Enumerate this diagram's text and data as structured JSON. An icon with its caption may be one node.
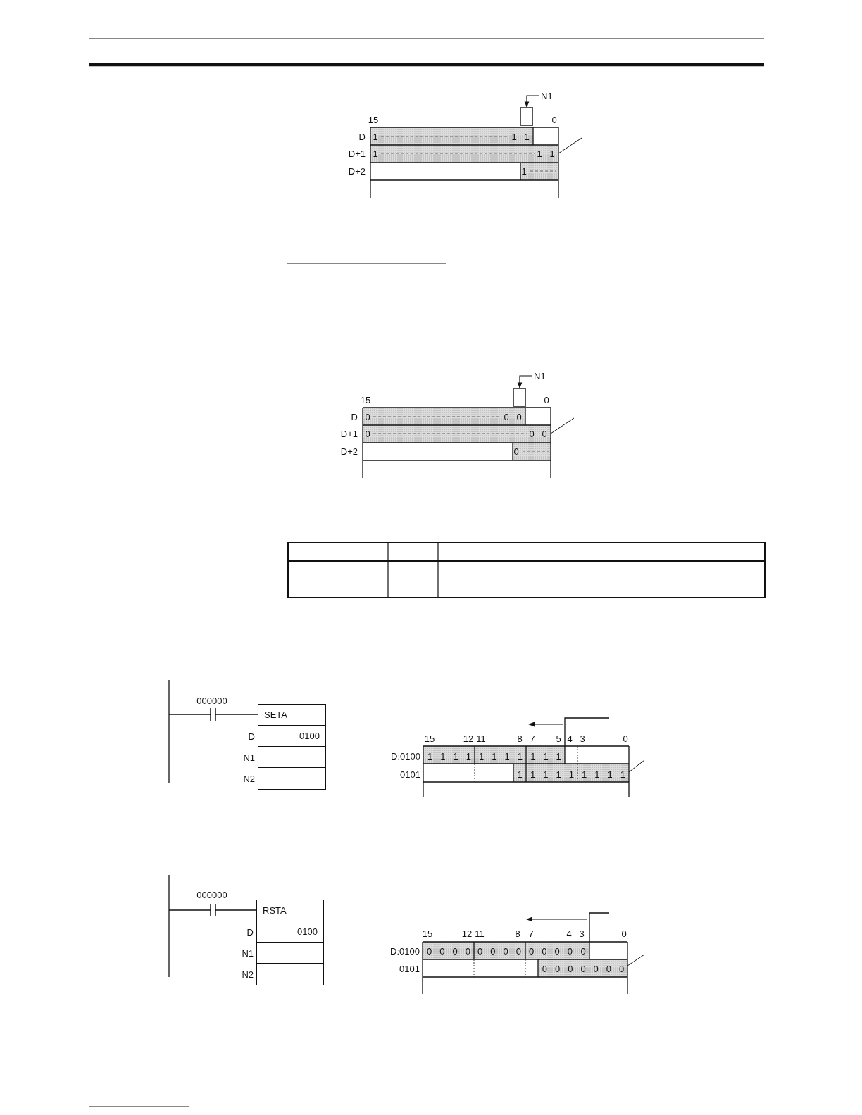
{
  "diagram": {
    "nodes": [
      {
        "text": [
          "N1"
        ]
      },
      {
        "text": [],
        "shape": "box"
      },
      {
        "text": [
          "N1"
        ]
      },
      {
        "text": [],
        "shape": "box"
      },
      {
        "text": [
          "SETA"
        ]
      },
      {
        "text": [
          "0100"
        ],
        "beside": [
          "D"
        ]
      },
      {
        "text": [],
        "shape": "box",
        "beside": [
          "N1"
        ]
      },
      {
        "text": [],
        "shape": "box",
        "beside": [
          "N2"
        ]
      },
      {
        "text": [
          "RSTA"
        ]
      },
      {
        "text": [
          "0100"
        ],
        "beside": [
          "D"
        ]
      },
      {
        "text": [],
        "shape": "box",
        "beside": [
          "N1"
        ]
      },
      {
        "text": [],
        "shape": "box",
        "beside": [
          "N2"
        ]
      }
    ],
    "edges": [
      {
        "from": 0,
        "to": 1,
        "arrow": "to"
      },
      {
        "from": 2,
        "to": 3,
        "arrow": "to"
      }
    ],
    "labels": [
      "15",
      "0",
      "D",
      "1",
      "1",
      "1",
      "D+1",
      "1",
      "1",
      "1",
      "D+2",
      "1",
      "15",
      "0",
      "D",
      "0",
      "0",
      "0",
      "D+1",
      "0",
      "0",
      "0",
      "D+2",
      "0",
      "000000",
      "15",
      "12",
      "11",
      "8",
      "7",
      "5",
      "4",
      "3",
      "0",
      "D:0100",
      "1 1 1 1",
      "1 1 1 1",
      "1 1 1",
      "0101",
      "1",
      "1 1 1 1",
      "1 1 1 1",
      "000000",
      "15",
      "12",
      "11",
      "8",
      "7",
      "4",
      "3",
      "0",
      "D:0100",
      "0 0 0 0",
      "0 0 0 0",
      "0 0 0 0",
      "0",
      "0101",
      "0 0 0 0 0 0 0"
    ]
  }
}
